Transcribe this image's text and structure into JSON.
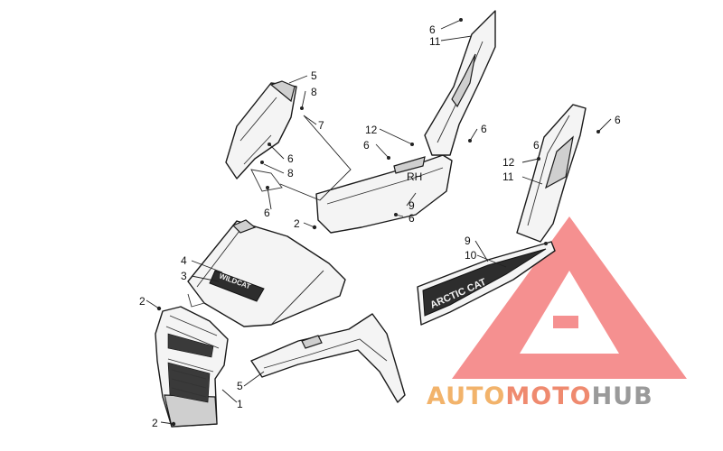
{
  "decals": {
    "hood": "WILDCAT",
    "side_panel": "ARCTIC CAT",
    "side_panel_small": "RH"
  },
  "callouts": [
    "1",
    "2",
    "2",
    "2",
    "3",
    "4",
    "5",
    "5",
    "6",
    "6",
    "6",
    "6",
    "6",
    "6",
    "6",
    "6",
    "7",
    "8",
    "8",
    "9",
    "9",
    "10",
    "11",
    "11",
    "12",
    "12"
  ],
  "watermark": {
    "part1": "AUTO",
    "part2": "MOTO",
    "part3": "HUB",
    "color1": "#f2b36b",
    "color2": "#ef8a6f",
    "color3": "#9a9a9a",
    "logo_color": "#f26b6b"
  }
}
